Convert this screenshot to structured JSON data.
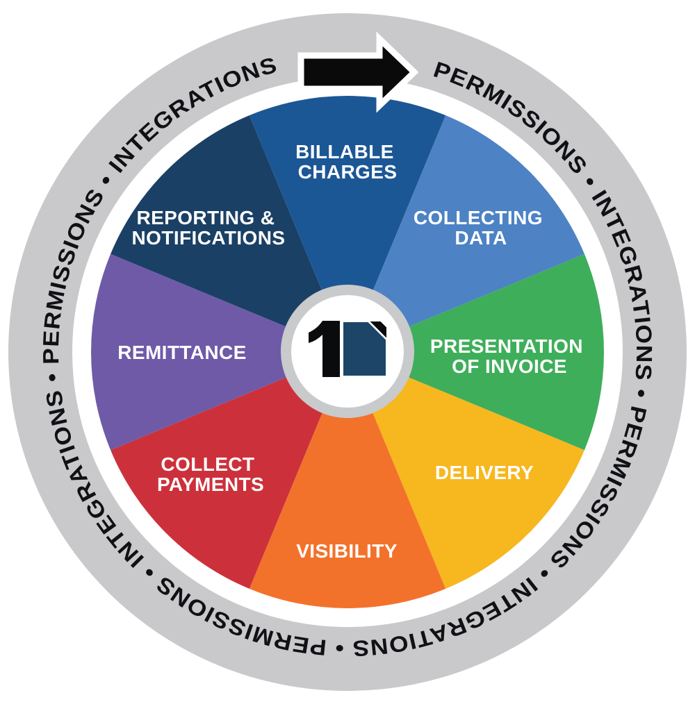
{
  "outer_ring": {
    "text": "PERMISSIONS • INTEGRATIONS • PERMISSIONS • INTEGRATIONS • PERMISSIONS • INTEGRATIONS • PERMISSIONS • INTEGRATIONS",
    "background": "#c9c9cb",
    "text_color": "#101114"
  },
  "arrow": {
    "color": "#0a0a0a",
    "outline": "#ffffff"
  },
  "center_hub": {
    "ring_color": "#c9cacc",
    "fill": "#ffffff"
  },
  "logo": {
    "numeral_color": "#0a0b0d",
    "page_color": "#1d4568",
    "fold_color": "#0a0b0d"
  },
  "wheel": {
    "label_color": "#ffffff",
    "segments": [
      {
        "id": "presentation-of-invoice",
        "color": "#3eae5b",
        "label_lines": [
          "PRESENTATION",
          "OF INVOICE"
        ]
      },
      {
        "id": "delivery",
        "color": "#f7b71f",
        "label_lines": [
          "DELIVERY"
        ]
      },
      {
        "id": "visibility",
        "color": "#f3722b",
        "label_lines": [
          "VISIBILITY"
        ]
      },
      {
        "id": "collect-payments",
        "color": "#cc313b",
        "label_lines": [
          "COLLECT",
          "PAYMENTS"
        ]
      },
      {
        "id": "remittance",
        "color": "#6f5aa8",
        "label_lines": [
          "REMITTANCE"
        ]
      },
      {
        "id": "reporting-notifications",
        "color": "#1b4065",
        "label_lines": [
          "REPORTING &",
          "NOTIFICATIONS"
        ]
      },
      {
        "id": "billable-charges",
        "color": "#1c5795",
        "label_lines": [
          "BILLABLE",
          "CHARGES"
        ]
      },
      {
        "id": "collecting-data",
        "color": "#4d82c4",
        "label_lines": [
          "COLLECTING",
          "DATA"
        ]
      }
    ]
  }
}
